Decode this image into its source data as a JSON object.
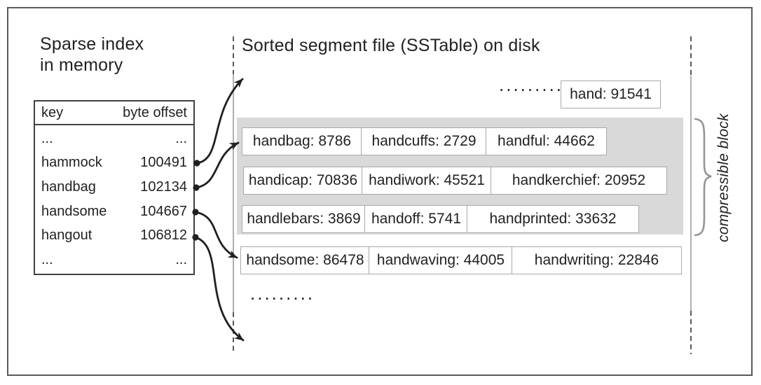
{
  "sparse_index": {
    "title": "Sparse index\nin memory",
    "table": {
      "col_key": "key",
      "col_offset": "byte offset",
      "rows": [
        {
          "key": "...",
          "offset": "..."
        },
        {
          "key": "hammock",
          "offset": "100491"
        },
        {
          "key": "handbag",
          "offset": "102134"
        },
        {
          "key": "handsome",
          "offset": "104667"
        },
        {
          "key": "hangout",
          "offset": "106812"
        },
        {
          "key": "...",
          "offset": "..."
        }
      ]
    }
  },
  "sstable": {
    "title": "Sorted segment file (SSTable) on disk",
    "ellipsis_top": ".........",
    "top_entry": "hand: 91541",
    "block_rows": [
      [
        "handbag: 8786",
        "handcuffs: 2729",
        "handful: 44662"
      ],
      [
        "handicap: 70836",
        "handiwork: 45521",
        "handkerchief: 20952"
      ],
      [
        "handlebars: 3869",
        "handoff: 5741",
        "handprinted: 33632"
      ]
    ],
    "row_after_block": [
      "handsome: 86478",
      "handwaving: 44005",
      "handwriting: 22846"
    ],
    "ellipsis_bottom": ".........",
    "brace_label": "compressible block"
  },
  "colors": {
    "text": "#231f20",
    "block_fill": "#d9d9d9",
    "box_border": "#a7a9ac",
    "frame_border": "#595a5c",
    "guide_dash": "#58595b",
    "guide_solid": "#939598",
    "brace": "#939598",
    "arrow": "#231f20"
  }
}
